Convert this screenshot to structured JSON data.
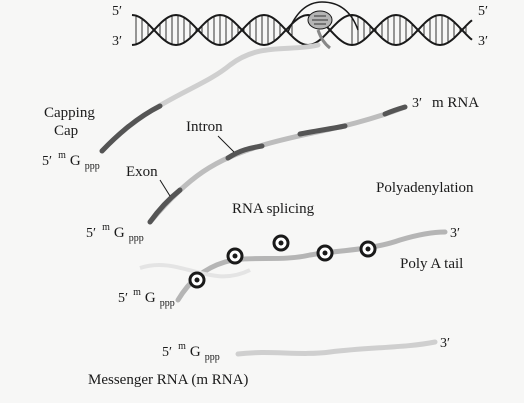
{
  "dna": {
    "five_prime_left": "5′",
    "three_prime_left": "3′",
    "five_prime_right": "5′",
    "three_prime_right": "3′"
  },
  "step1": {
    "three_prime": "3′",
    "mrna": "m RNA",
    "capping_line1": "Capping",
    "capping_line2": "Cap",
    "cap_5prime": "5′",
    "cap_m": "m",
    "cap_G": "G",
    "cap_ppp": "ppp"
  },
  "step2": {
    "intron": "Intron",
    "exon": "Exon",
    "cap_5prime": "5′",
    "cap_m": "m",
    "cap_G": "G",
    "cap_ppp": "ppp"
  },
  "step3": {
    "polyadenylation": "Polyadenylation",
    "rna_splicing": "RNA splicing",
    "three_prime": "3′",
    "poly_a_tail": "Poly A tail",
    "cap_5prime": "5′",
    "cap_m": "m",
    "cap_G": "G",
    "cap_ppp": "ppp"
  },
  "step4": {
    "cap_5prime": "5′",
    "cap_m": "m",
    "cap_G": "G",
    "cap_ppp": "ppp",
    "three_prime": "3′",
    "title": "Messenger RNA (m RNA)"
  },
  "colors": {
    "ink": "#1a1a1a",
    "exon": "#555555",
    "intron": "#bdbdbd",
    "strand": "#c8c8c8"
  }
}
